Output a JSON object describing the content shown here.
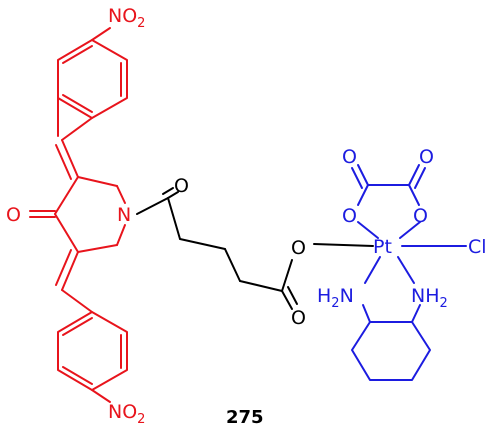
{
  "colors": {
    "curcuminoid": "#e8141c",
    "linker": "#000000",
    "platinum": "#1c1ce0",
    "background": "#ffffff"
  },
  "labels": {
    "nitro_top": "NO",
    "nitro_top_sub": "2",
    "nitro_bottom": "NO",
    "nitro_bottom_sub": "2",
    "ketone_o": "O",
    "piperidine_n": "N",
    "amide_o": "O",
    "ester_o": "O",
    "ester_carbonyl_o": "O",
    "oxalate_o_top_left": "O",
    "oxalate_o_top_right": "O",
    "oxalate_o_left": "O",
    "oxalate_o_right": "O",
    "platinum": "Pt",
    "chloride": "Cl",
    "amine_left": "H",
    "amine_left_sub": "2",
    "amine_left_n": "N",
    "amine_right": "NH",
    "amine_right_sub": "2"
  },
  "compound_number": "275"
}
